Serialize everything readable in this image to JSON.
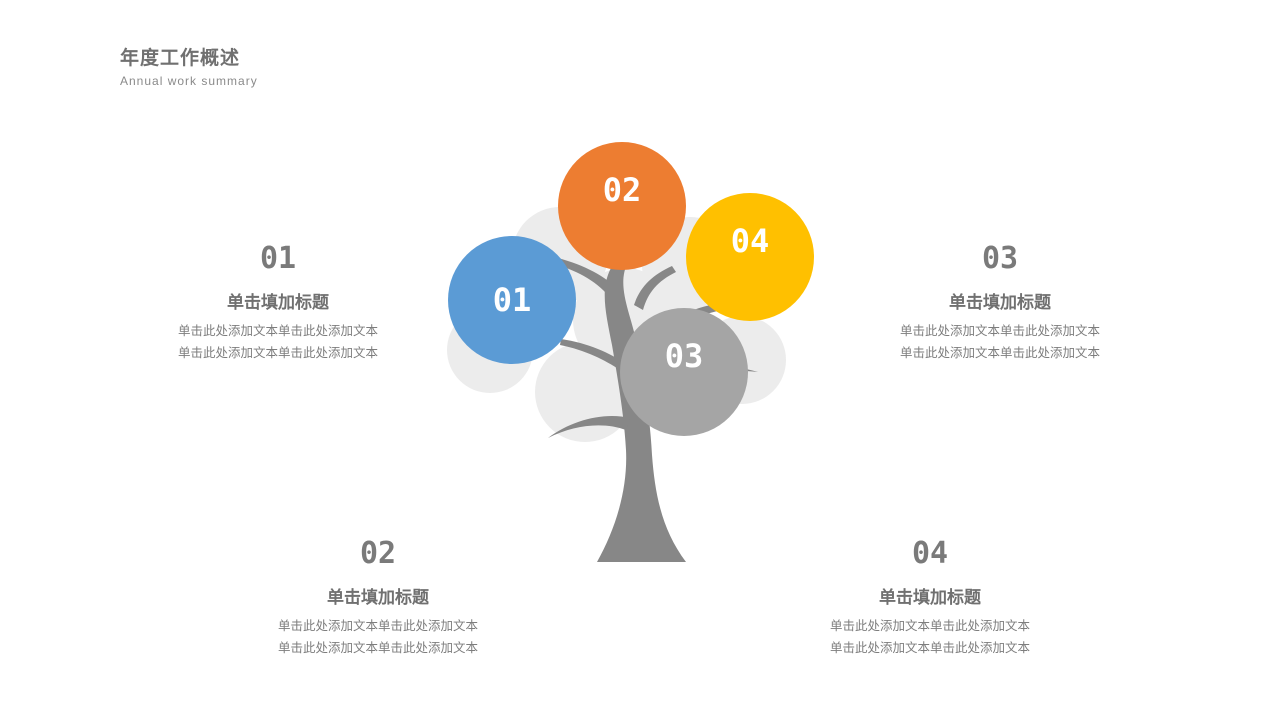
{
  "header": {
    "title": "年度工作概述",
    "subtitle": "Annual work summary"
  },
  "tree": {
    "trunk_color": "#878787",
    "bubble_color": "#ececec",
    "circles": [
      {
        "label": "01",
        "color": "#5b9bd5"
      },
      {
        "label": "02",
        "color": "#ed7d31"
      },
      {
        "label": "03",
        "color": "#a5a5a5"
      },
      {
        "label": "04",
        "color": "#ffc000"
      }
    ]
  },
  "items": [
    {
      "num": "01",
      "heading": "单击填加标题",
      "lines": [
        "单击此处添加文本单击此处添加文本",
        "单击此处添加文本单击此处添加文本"
      ]
    },
    {
      "num": "02",
      "heading": "单击填加标题",
      "lines": [
        "单击此处添加文本单击此处添加文本",
        "单击此处添加文本单击此处添加文本"
      ]
    },
    {
      "num": "03",
      "heading": "单击填加标题",
      "lines": [
        "单击此处添加文本单击此处添加文本",
        "单击此处添加文本单击此处添加文本"
      ]
    },
    {
      "num": "04",
      "heading": "单击填加标题",
      "lines": [
        "单击此处添加文本单击此处添加文本",
        "单击此处添加文本单击此处添加文本"
      ]
    }
  ]
}
